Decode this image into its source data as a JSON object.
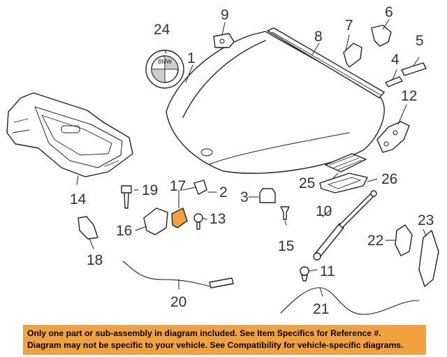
{
  "callouts": {
    "n1": "1",
    "n2": "2",
    "n3": "3",
    "n4": "4",
    "n5": "5",
    "n6": "6",
    "n7": "7",
    "n8": "8",
    "n9": "9",
    "n10": "10",
    "n11": "11",
    "n12": "12",
    "n13": "13",
    "n14": "14",
    "n15": "15",
    "n16": "16",
    "n17": "17",
    "n18": "18",
    "n19": "19",
    "n20": "20",
    "n21": "21",
    "n22": "22",
    "n23": "23",
    "n24": "24",
    "n25": "25",
    "n26": "26"
  },
  "emblem_text": "BMW",
  "highlight_color": "#f2a23c",
  "banner": {
    "line1": "Only one part or sub-assembly in diagram included. See Item Specifics for Reference #.",
    "line2": "Diagram may not be specific to your vehicle. See Compatibility for vehicle-specific diagrams."
  }
}
